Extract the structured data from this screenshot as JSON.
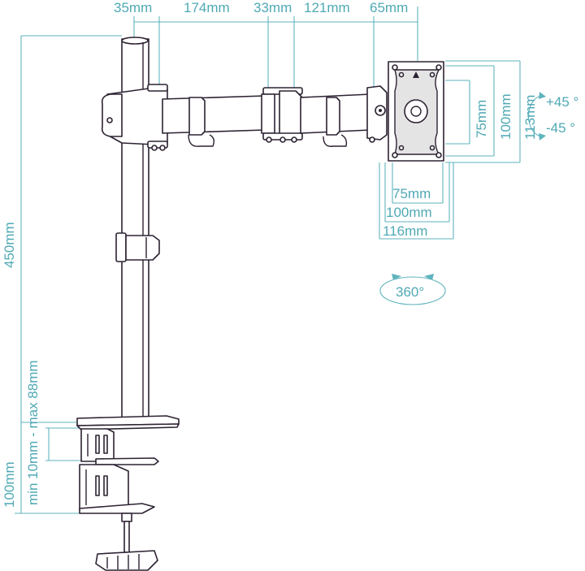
{
  "dimensions": {
    "top": {
      "d35": "35mm",
      "d174": "174mm",
      "d33": "33mm",
      "d121": "121mm",
      "d65": "65mm"
    },
    "vesa_width": {
      "w75": "75mm",
      "w100": "100mm",
      "w116": "116mm"
    },
    "vesa_height": {
      "h75": "75mm",
      "h100": "100mm",
      "h113": "113mm"
    },
    "tilt": {
      "up": "+45 °",
      "down": "-45 °"
    },
    "rotation": "360°",
    "pole_height": "450mm",
    "clamp_depth": "100mm",
    "clamp_range": "min 10mm - max 88mm"
  },
  "colors": {
    "dimension": "#4fa9b4",
    "outline": "#2d2232"
  }
}
